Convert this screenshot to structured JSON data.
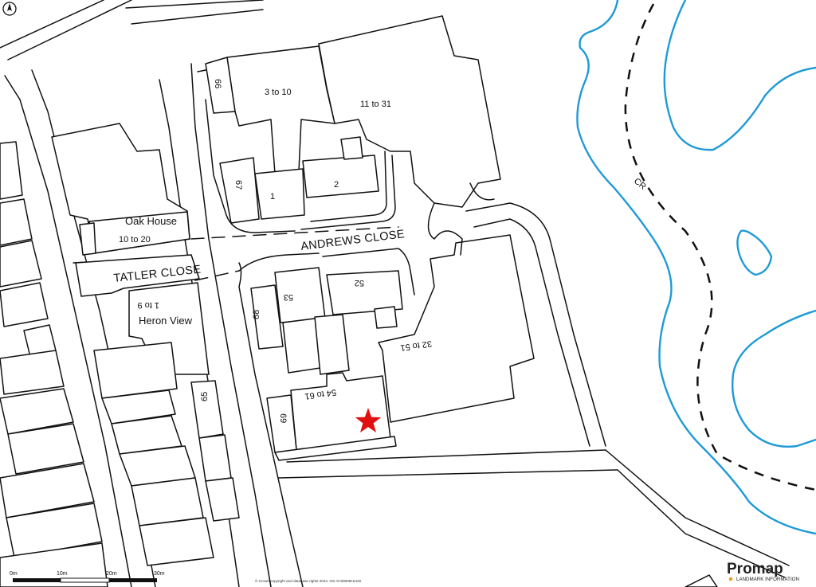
{
  "roads": {
    "andrews_close": "ANDREWS CLOSE",
    "tatler_close": "TATLER CLOSE"
  },
  "buildings": {
    "oak_house": "Oak House",
    "oak_house_range": "10 to 20",
    "heron_view": "Heron View",
    "heron_view_range": "1 to 9",
    "b_3_to_10": "3 to 10",
    "b_11_to_31": "11 to 31",
    "b_66": "66",
    "b_67": "67",
    "b_1": "1",
    "b_2": "2",
    "b_52": "52",
    "b_53": "53",
    "b_68": "68",
    "b_32_to_51": "32 to 51",
    "b_54_to_61": "54 to 61",
    "b_69": "69",
    "b_65": "65"
  },
  "river": {
    "label": "CR",
    "label_color": "#cc33cc",
    "line_color": "#1e9ad6"
  },
  "marker": {
    "icon": "star-icon",
    "color": "#e01010"
  },
  "scale_bar": {
    "ticks": [
      "0m",
      "10m",
      "20m",
      "30m"
    ]
  },
  "copyright": "© Crown copyright and database rights 2024. OS AC0000815445",
  "branding": {
    "name": "Promap",
    "tagline": "LANDMARK INFORMATION",
    "accent": "#e8a020"
  },
  "compass": {
    "icon": "north-arrow-icon"
  }
}
